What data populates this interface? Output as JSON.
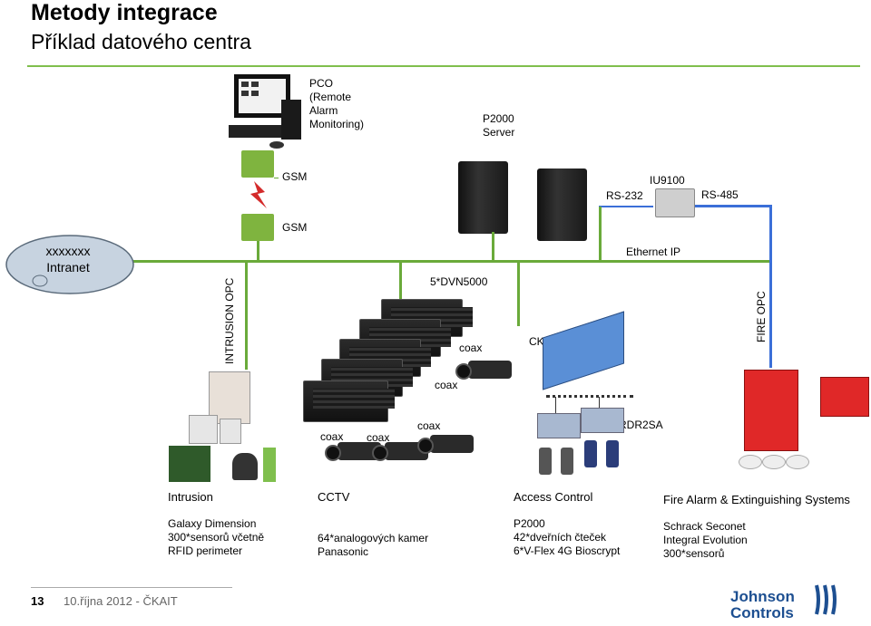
{
  "title": "Metody integrace",
  "subtitle": "Příklad datového centra",
  "labels": {
    "pco": "PCO\n(Remote\nAlarm\nMonitoring)",
    "p2000_server": "P2000\nServer",
    "gsm_top": "GSM",
    "gsm_bottom": "GSM",
    "rs232": "RS-232",
    "iu9100": "IU9100",
    "rs485": "RS-485",
    "ethernet_ip": "Ethernet IP",
    "intranet_line1": "xxxxxxx",
    "intranet_line2": "Intranet",
    "intrusion_opc": "INTRUSION  OPC",
    "fire_opc": "FIRE OPC",
    "dvn": "5*DVN5000",
    "coax1": "coax",
    "coax2": "coax",
    "coax3": "coax",
    "coax4": "coax",
    "coax5": "coax",
    "ck721": "CK721",
    "rdr2sa": "RDR2SA"
  },
  "sections": [
    {
      "heading": "Intrusion",
      "details": [
        "Galaxy Dimension",
        "300*sensorů včetně",
        "RFID perimeter"
      ]
    },
    {
      "heading": "CCTV",
      "details": [
        "64*analogových kamer",
        "Panasonic"
      ]
    },
    {
      "heading": "Access Control",
      "details": [
        "P2000",
        "42*dveřních čteček",
        "6*V-Flex 4G Bioscrypt"
      ]
    },
    {
      "heading": "Fire Alarm & Extinguishing Systems",
      "details": [
        "Schrack Seconet",
        "Integral Evolution",
        "300*sensorů"
      ]
    }
  ],
  "footer": {
    "page": "13",
    "date": "10.října 2012 - ČKAIT"
  },
  "logo": {
    "line1": "Johnson",
    "line2": "Controls"
  },
  "colors": {
    "accent_line": "#7fbf4d",
    "network_green": "#6aaa3a",
    "serial_blue": "#3b6fd8",
    "logo_blue": "#1d4f91"
  }
}
